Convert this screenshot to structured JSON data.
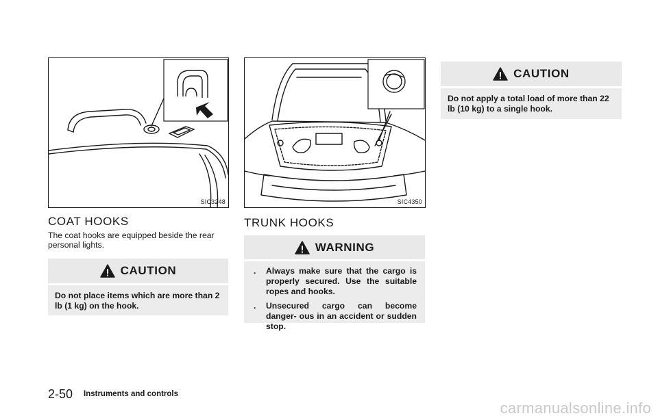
{
  "left_column": {
    "figure_code": "SIC3248",
    "heading": "COAT HOOKS",
    "body": "The coat hooks are equipped beside the rear personal lights.",
    "caution_label": "CAUTION",
    "caution_text": "Do not place items which are more than 2 lb (1 kg) on the hook."
  },
  "middle_column": {
    "figure_code": "SIC4350",
    "heading": "TRUNK HOOKS",
    "warning_label": "WARNING",
    "warning_items": [
      {
        "bullet": ".",
        "text": "Always make sure that the cargo is properly secured. Use the suitable ropes and hooks."
      },
      {
        "bullet": ".",
        "text": "Unsecured cargo can become danger- ous in an accident or sudden stop."
      }
    ]
  },
  "right_column": {
    "caution_label": "CAUTION",
    "caution_text": "Do not apply a total load of more than 22 lb (10 kg) to a single hook."
  },
  "footer": {
    "page_number": "2-50",
    "section_title": "Instruments and controls"
  },
  "watermark": "carmanualsonline.info",
  "icons": {
    "caution": "warning-triangle-icon",
    "warning": "warning-triangle-icon"
  },
  "colors": {
    "notice_background": "#ececec",
    "text": "#1a1a1a",
    "watermark": "#c9c9c9"
  }
}
